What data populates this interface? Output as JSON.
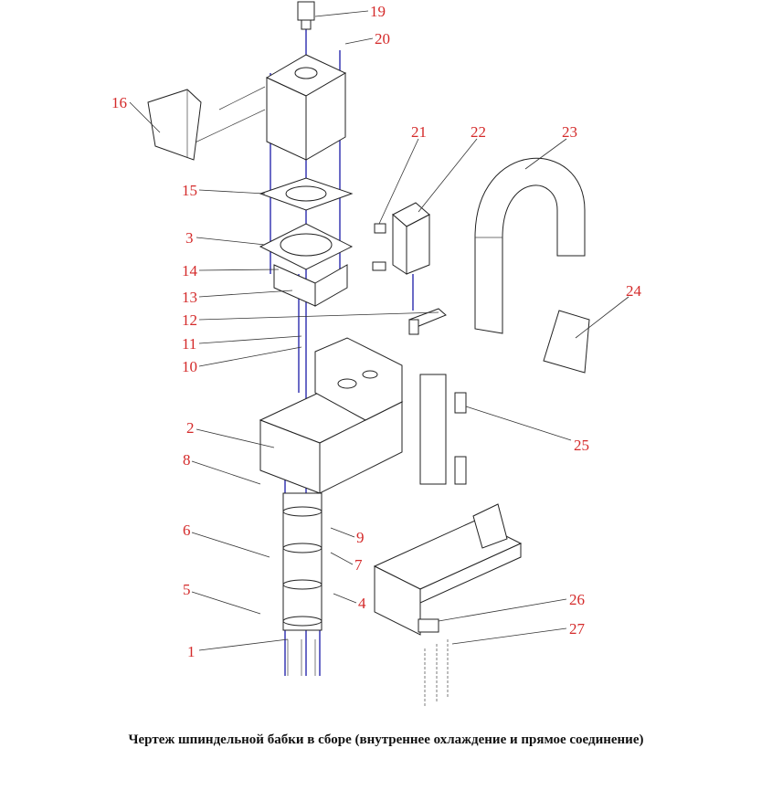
{
  "diagram": {
    "part_numbers": [
      "19",
      "20",
      "16",
      "21",
      "22",
      "23",
      "24",
      "15",
      "3",
      "14",
      "13",
      "12",
      "11",
      "10",
      "2",
      "8",
      "25",
      "6",
      "9",
      "7",
      "5",
      "4",
      "1",
      "26",
      "27"
    ],
    "colors": {
      "label": "#d42a2a",
      "axis_lines": "#1a1aa8",
      "outline": "#222222"
    }
  },
  "caption": "Чертеж шпиндельной бабки в сборе (внутреннее охлаждение и прямое соединение)"
}
